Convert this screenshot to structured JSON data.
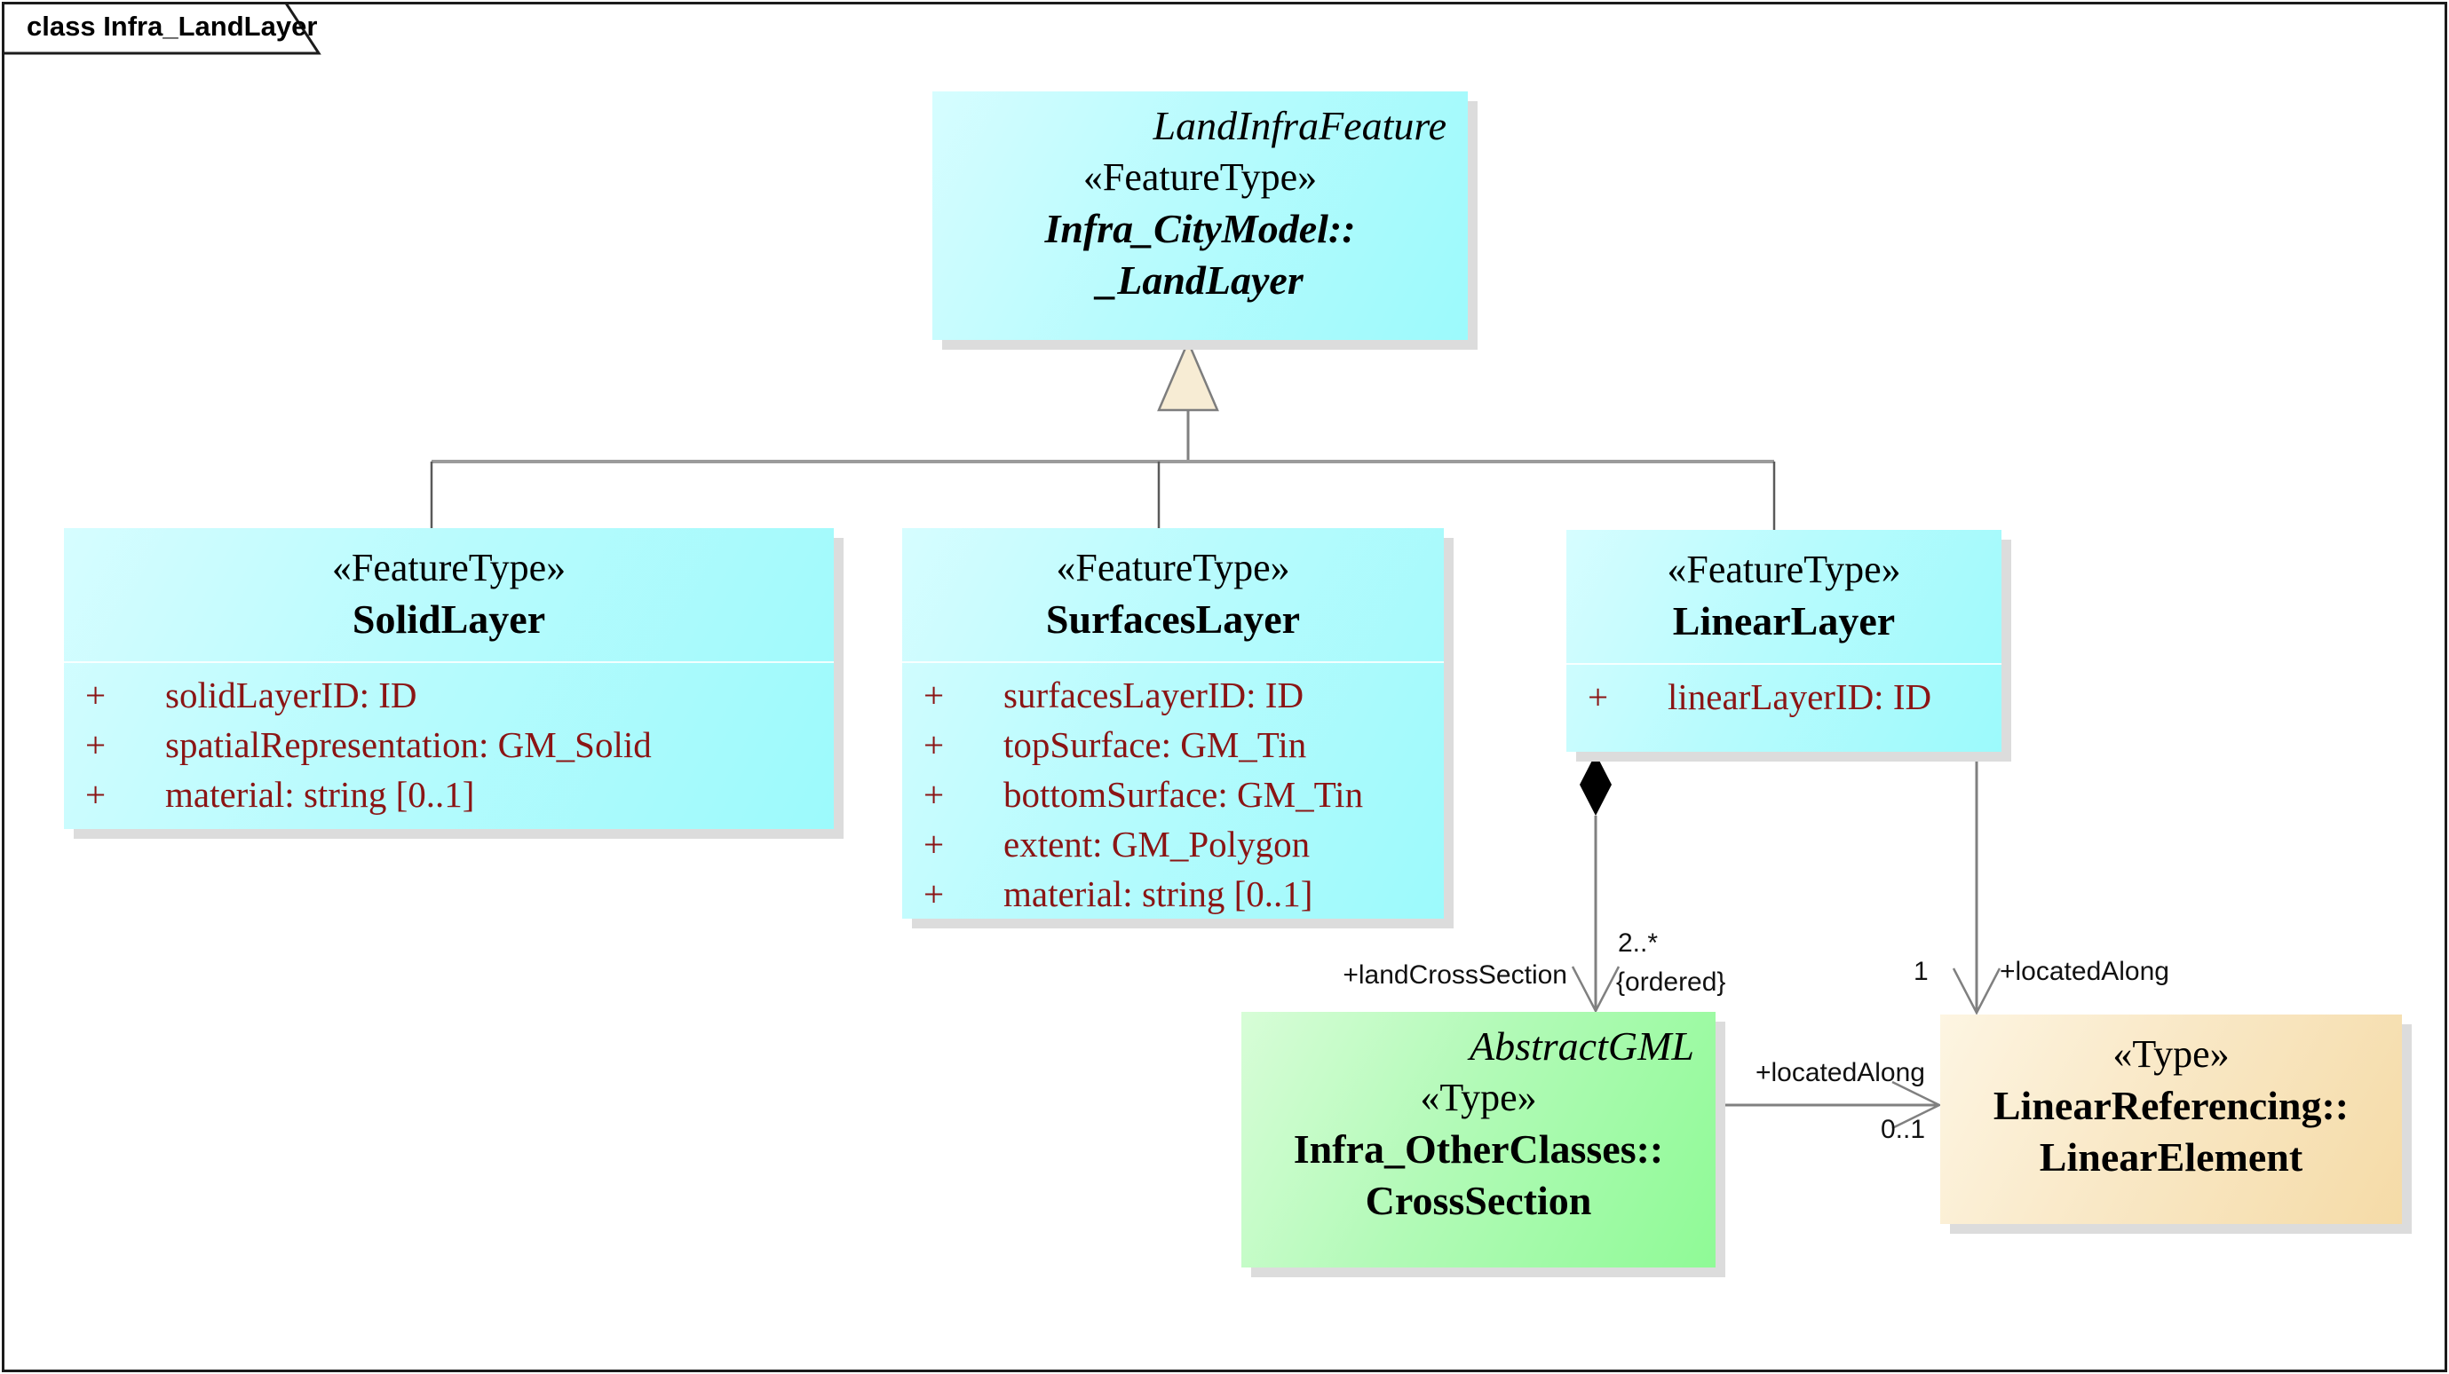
{
  "frame": {
    "tab_label": "class Infra_LandLayer"
  },
  "classes": {
    "land_layer": {
      "parent": "LandInfraFeature",
      "stereotype": "«FeatureType»",
      "name_line1": "Infra_CityModel::",
      "name_line2": "_LandLayer"
    },
    "solid_layer": {
      "stereotype": "«FeatureType»",
      "name": "SolidLayer",
      "attributes": [
        {
          "v": "+",
          "t": "solidLayerID: ID"
        },
        {
          "v": "+",
          "t": "spatialRepresentation: GM_Solid"
        },
        {
          "v": "+",
          "t": "material: string [0..1]"
        }
      ]
    },
    "surfaces_layer": {
      "stereotype": "«FeatureType»",
      "name": "SurfacesLayer",
      "attributes": [
        {
          "v": "+",
          "t": "surfacesLayerID: ID"
        },
        {
          "v": "+",
          "t": "topSurface: GM_Tin"
        },
        {
          "v": "+",
          "t": "bottomSurface: GM_Tin"
        },
        {
          "v": "+",
          "t": "extent: GM_Polygon"
        },
        {
          "v": "+",
          "t": "material: string [0..1]"
        }
      ]
    },
    "linear_layer": {
      "stereotype": "«FeatureType»",
      "name": "LinearLayer",
      "attributes": [
        {
          "v": "+",
          "t": "linearLayerID: ID"
        }
      ]
    },
    "cross_section": {
      "parent": "AbstractGML",
      "stereotype": "«Type»",
      "name_line1": "Infra_OtherClasses::",
      "name_line2": "CrossSection"
    },
    "linear_element": {
      "stereotype": "«Type»",
      "name_line1": "LinearReferencing::",
      "name_line2": "LinearElement"
    }
  },
  "connectors": {
    "composition_land_cross_section": {
      "role": "+landCrossSection",
      "multiplicity": "2..*",
      "constraint": "{ordered}"
    },
    "located_along_from_linear_layer": {
      "multiplicity": "1",
      "role": "+locatedAlong"
    },
    "located_along_from_cross_section": {
      "role": "+locatedAlong",
      "multiplicity": "0..1"
    }
  },
  "colors": {
    "cyan_light": "#D6FDFF",
    "cyan_dark": "#9CFAFC",
    "green_light": "#D7FDD7",
    "green_dark": "#8FFA96",
    "orange_light": "#FDF5E2",
    "orange_dark": "#F5DBA7",
    "attribute_text": "#8B1515",
    "connector_line": "#808080",
    "box_shadow": "#DCDCDC",
    "generalization_triangle_fill": "#F7ECD4",
    "composition_diamond_fill": "#000000"
  }
}
